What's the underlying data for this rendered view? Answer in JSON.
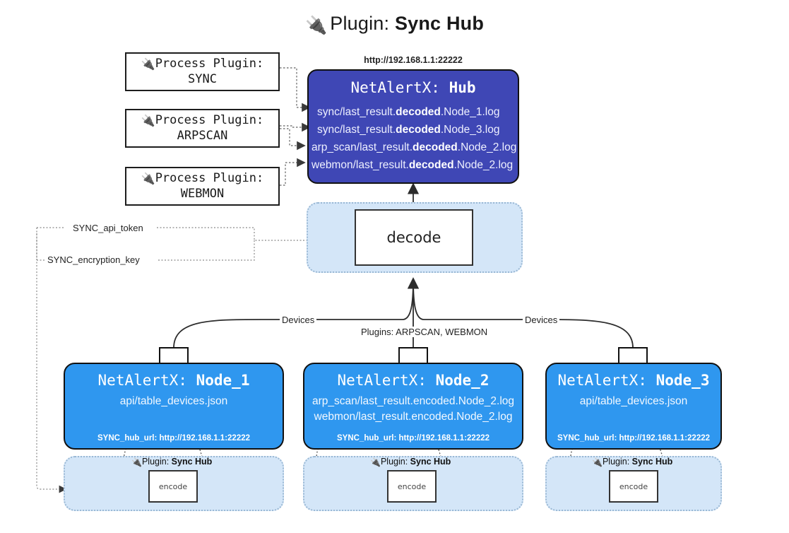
{
  "title": {
    "icon": "plug-icon",
    "glyph": "🔌",
    "prefix": "Plugin: ",
    "name": "Sync Hub"
  },
  "colors": {
    "hub_fill": "#3f47b5",
    "node_fill": "#2f97ef",
    "pale_fill": "#d4e6f8",
    "pale_border": "#9ab8d4",
    "stroke": "#111111",
    "text_light": "#ffffff"
  },
  "process_plugins": [
    {
      "line1_icon": "plug-icon",
      "line1": "Process Plugin:",
      "line2": "SYNC"
    },
    {
      "line1_icon": "plug-icon",
      "line1": "Process Plugin:",
      "line2": "ARPSCAN"
    },
    {
      "line1_icon": "plug-icon",
      "line1": "Process Plugin:",
      "line2": "WEBMON"
    }
  ],
  "hub": {
    "url": "http://192.168.1.1:22222",
    "title_prefix": "NetAlertX: ",
    "title_name": "Hub",
    "logs": [
      {
        "pre": "sync/last_result.",
        "mid": "decoded",
        "post": ".Node_1.log"
      },
      {
        "pre": "sync/last_result.",
        "mid": "decoded",
        "post": ".Node_3.log"
      },
      {
        "pre": "arp_scan/last_result.",
        "mid": "decoded",
        "post": ".Node_2.log"
      },
      {
        "pre": "webmon/last_result.",
        "mid": "decoded",
        "post": ".Node_2.log"
      }
    ]
  },
  "decode": {
    "label": "decode"
  },
  "settings_labels": {
    "api_token": "SYNC_api_token",
    "encryption_key": "SYNC_encryption_key"
  },
  "edge_labels": {
    "devices_left": "Devices",
    "devices_right": "Devices",
    "plugins_mid": "Plugins: ARPSCAN, WEBMON"
  },
  "nodes": [
    {
      "title_prefix": "NetAlertX: ",
      "title_name": "Node_1",
      "lines": [
        "api/table_devices.json"
      ],
      "hub_url_label": "SYNC_hub_url: http://192.168.1.1:22222",
      "envelope_icon": "envelope-icon"
    },
    {
      "title_prefix": "NetAlertX: ",
      "title_name": "Node_2",
      "lines": [
        "arp_scan/last_result.encoded.Node_2.log",
        "webmon/last_result.encoded.Node_2.log"
      ],
      "hub_url_label": "SYNC_hub_url: http://192.168.1.1:22222",
      "envelope_icon": "envelope-icon"
    },
    {
      "title_prefix": "NetAlertX: ",
      "title_name": "Node_3",
      "lines": [
        "api/table_devices.json"
      ],
      "hub_url_label": "SYNC_hub_url: http://192.168.1.1:22222",
      "envelope_icon": "envelope-icon"
    }
  ],
  "encoders": [
    {
      "plugin_icon": "plug-icon",
      "plugin_prefix": "Plugin: ",
      "plugin_name": "Sync Hub",
      "label": "encode"
    },
    {
      "plugin_icon": "plug-icon",
      "plugin_prefix": "Plugin: ",
      "plugin_name": "Sync Hub",
      "label": "encode"
    },
    {
      "plugin_icon": "plug-icon",
      "plugin_prefix": "Plugin: ",
      "plugin_name": "Sync Hub",
      "label": "encode"
    }
  ]
}
